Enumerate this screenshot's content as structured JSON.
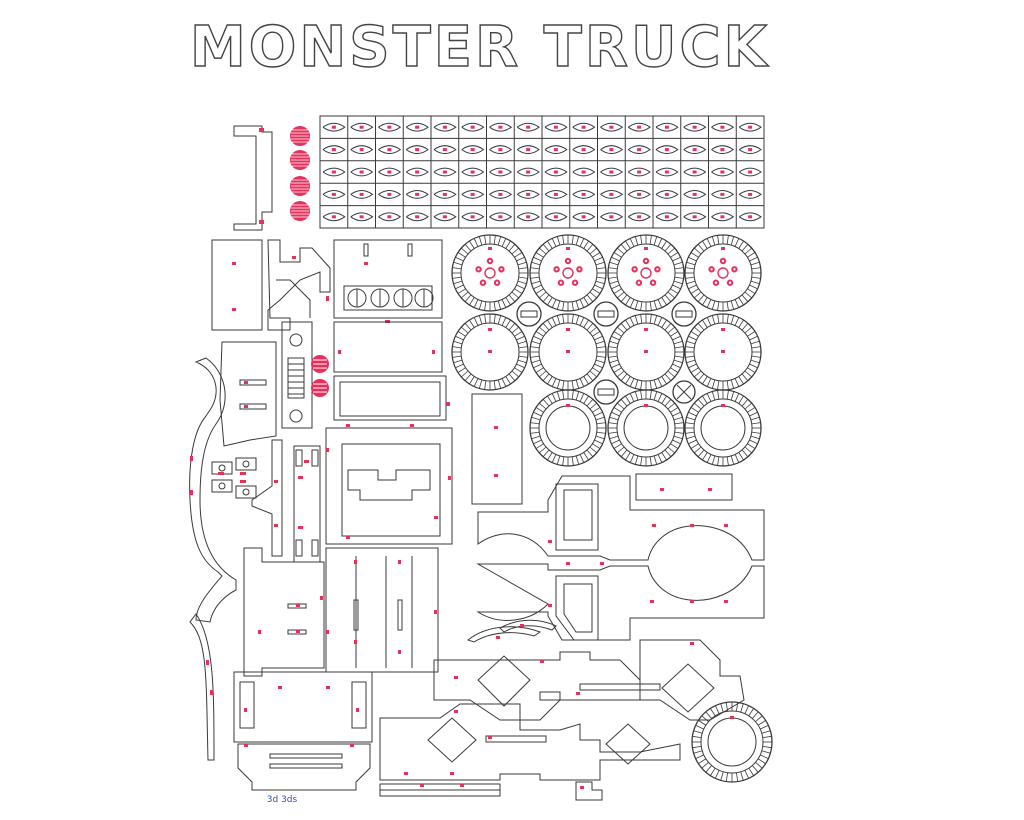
{
  "title": "MONSTER TRUCK",
  "credit": "3d 3ds",
  "colors": {
    "outline": "#3a3a3a",
    "marker": "#e8305c",
    "credit": "#3050c0",
    "background": "#ffffff"
  },
  "rim_hubs": 4,
  "tire_grid": {
    "rows": 5,
    "cols": 16
  }
}
